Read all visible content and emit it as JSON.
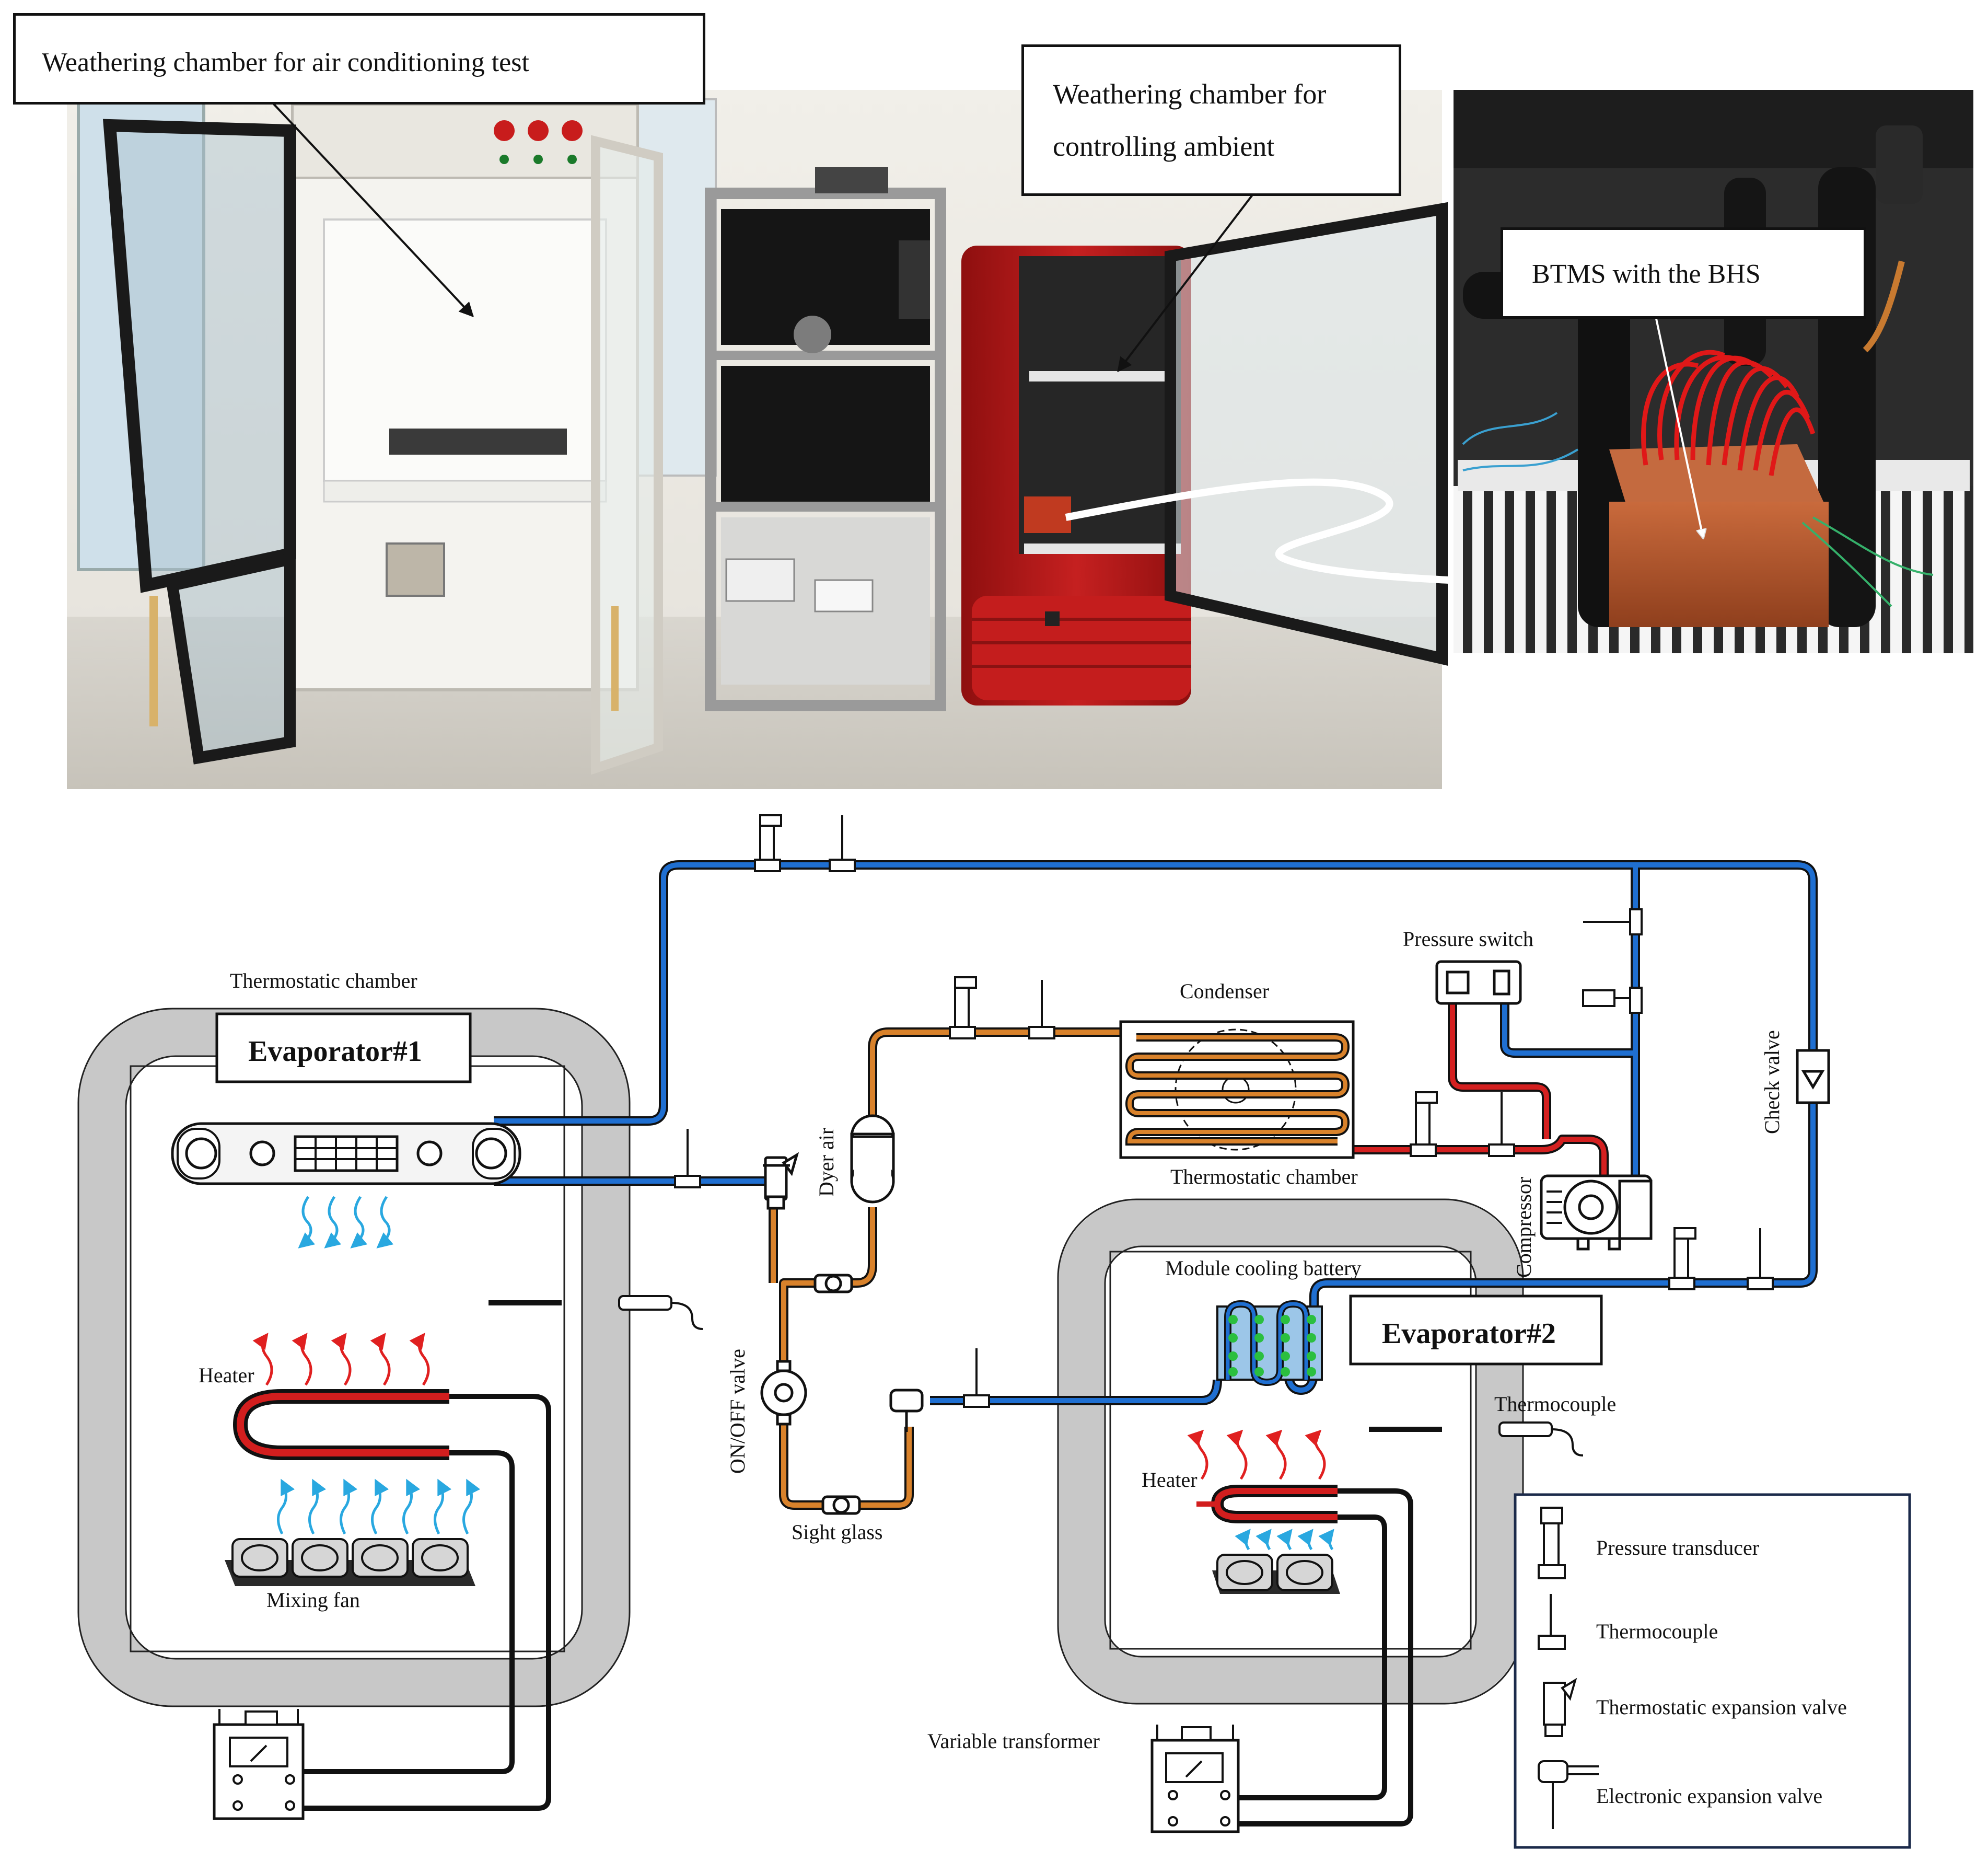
{
  "photo": {
    "callout_left": "Weathering chamber for air conditioning test",
    "callout_mid_line1": "Weathering  chamber  for",
    "callout_mid_line2": "controlling ambient",
    "callout_right": "BTMS with the BHS"
  },
  "diagram": {
    "thermostatic_chamber_1": "Thermostatic chamber",
    "evaporator_1": "Evaporator#1",
    "heater_1": "Heater",
    "mixing_fan": "Mixing fan",
    "dryer": "Dyer air",
    "onoff_valve": "ON/OFF valve",
    "sight_glass": "Sight glass",
    "condenser": "Condenser",
    "pressure_switch": "Pressure switch",
    "thermostatic_chamber_2": "Thermostatic chamber",
    "compressor": "Compressor",
    "check_valve": "Check valve",
    "module_cooling": "Module cooling battery",
    "evaporator_2": "Evaporator#2",
    "thermocouple_label": "Thermocouple",
    "heater_2": "Heater",
    "variable_transformer": "Variable transformer"
  },
  "legend": {
    "items": [
      "Pressure transducer",
      "Thermocouple",
      "Thermostatic expansion valve",
      "Electronic expansion valve"
    ]
  },
  "colors": {
    "suction_line": "#1f6fd1",
    "liquid_line": "#d9822b",
    "discharge_line": "#d42020",
    "chamber_wall": "#c8c8c8",
    "red_cabinet": "#b01818"
  }
}
